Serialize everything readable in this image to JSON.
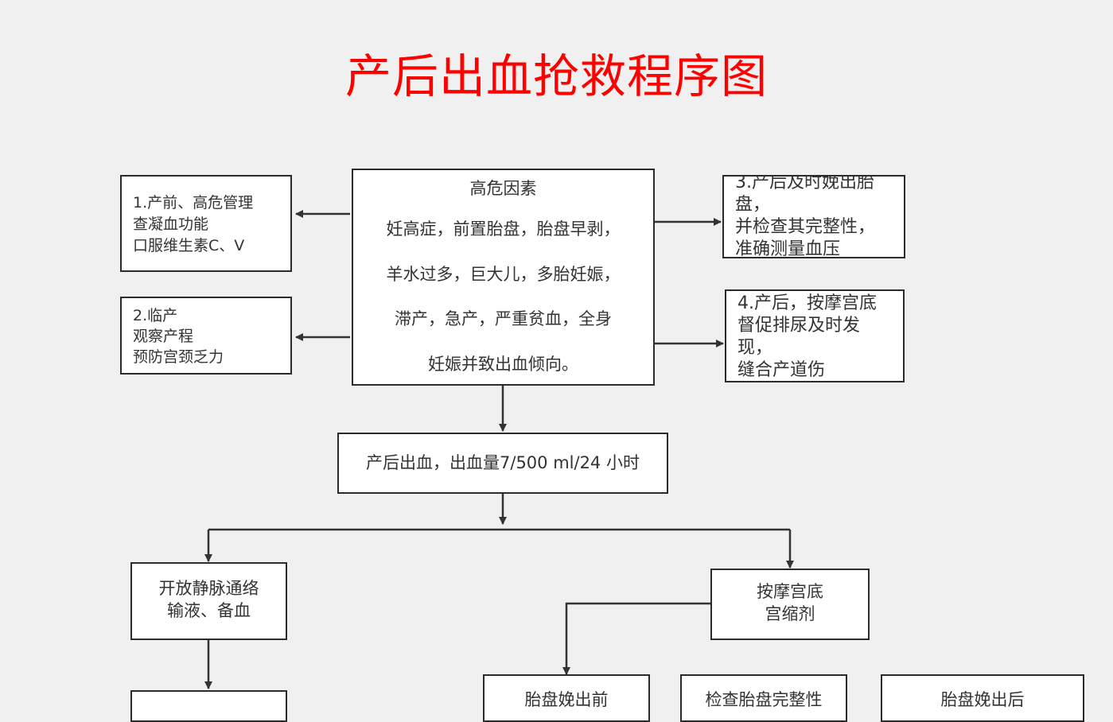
{
  "title": "产后出血抢救程序图",
  "risk_factors": {
    "heading": "高危因素",
    "lines": [
      "妊高症，前置胎盘，胎盘早剥，",
      "羊水过多，巨大儿，多胎妊娠，",
      "滞产，急产，严重贫血，全身",
      "妊娠并致出血倾向。"
    ]
  },
  "left_boxes": [
    {
      "lines": [
        "1.产前、高危管理",
        "查凝血功能",
        "口服维生素C、V"
      ]
    },
    {
      "lines": [
        "2.临产",
        "观察产程",
        "预防宫颈乏力"
      ]
    }
  ],
  "right_boxes": [
    {
      "lines": [
        "3.产后及时娩出胎",
        "盘，",
        "并检查其完整性，",
        "准确测量血压"
      ]
    },
    {
      "lines": [
        "4.产后，按摩宫底",
        "督促排尿及时发",
        "现，",
        "缝合产道伤"
      ]
    }
  ],
  "hemorrhage": {
    "label": "产后出血，出血量7/500 ml/24 小时"
  },
  "iv_box": {
    "lines": [
      "开放静脉通络",
      "输液、备血"
    ]
  },
  "massage_box": {
    "lines": [
      "按摩宫底",
      "宫缩剂"
    ]
  },
  "bottom_boxes": [
    {
      "label": "胎盘娩出前"
    },
    {
      "label": "检查胎盘完整性"
    },
    {
      "label": "胎盘娩出后"
    }
  ]
}
